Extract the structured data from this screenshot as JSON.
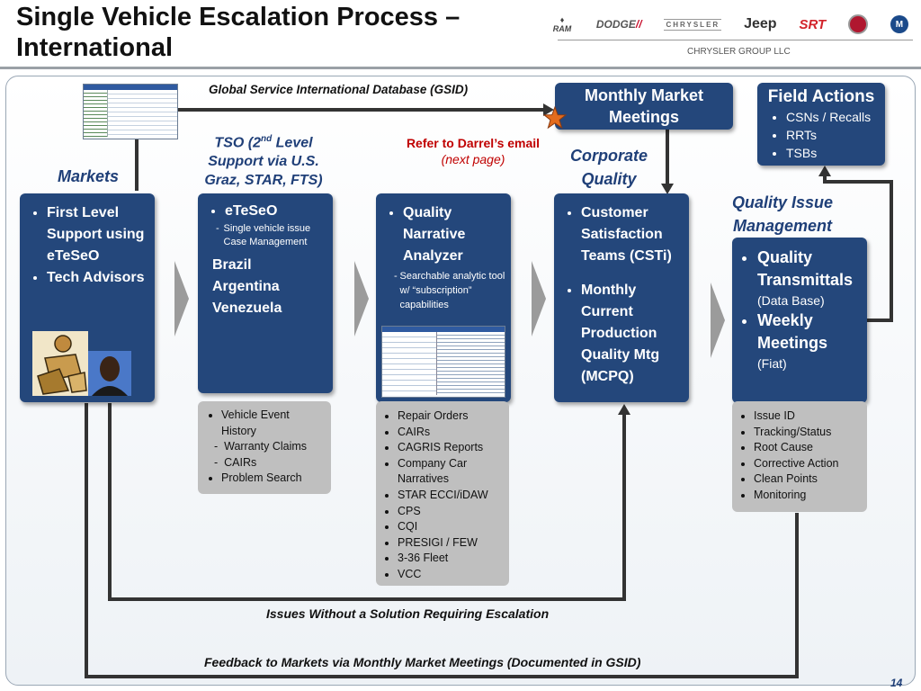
{
  "header": {
    "title_line1": "Single Vehicle Escalation Process –",
    "title_line2": "International",
    "company": "CHRYSLER GROUP LLC",
    "brands": [
      "RAM",
      "DODGE",
      "CHRYSLER",
      "Jeep",
      "SRT",
      "FIAT",
      "MOPAR"
    ]
  },
  "diagram": {
    "gsid_label": "Global Service International Database (GSID)",
    "markets_label": "Markets",
    "tso_label": {
      "pre": "TSO (2",
      "sup": "nd",
      "post": " Level Support via U.S. Graz, STAR, FTS)"
    },
    "refer": {
      "line1": "Refer to Darrel’s email",
      "line2": "(next page)"
    },
    "corporate_quality_label": "Corporate Quality",
    "quality_issue_label": "Quality Issue Management",
    "monthly_market_meetings": "Monthly Market Meetings",
    "field_actions": {
      "title": "Field Actions",
      "items": [
        "CSNs / Recalls",
        "RRTs",
        "TSBs"
      ]
    },
    "markets_box": {
      "items": [
        "First Level Support using eTeSeO",
        "Tech Advisors"
      ]
    },
    "tso_box": {
      "item": "eTeSeO",
      "sub": "Single vehicle issue Case Management",
      "countries": [
        "Brazil",
        "Argentina",
        "Venezuela"
      ]
    },
    "qna_box": {
      "item": "Quality Narrative Analyzer",
      "sub": "Searchable analytic tool w/ “subscription” capabilities"
    },
    "csat_box": {
      "items": [
        "Customer Satisfaction Teams (CSTi)",
        "Monthly Current Production Quality Mtg (MCPQ)"
      ]
    },
    "qt_box": {
      "item1": "Quality Transmittals",
      "item1_note": "(Data Base)",
      "item2": "Weekly Meetings",
      "item2_note": "(Fiat)"
    },
    "gray_tso": {
      "item1": "Vehicle Event History",
      "subs": [
        "Warranty Claims",
        "CAIRs"
      ],
      "item2": "Problem Search"
    },
    "gray_qna": {
      "items": [
        "Repair Orders",
        "CAIRs",
        "CAGRIS Reports",
        "Company Car Narratives",
        "STAR ECCI/iDAW",
        "CPS",
        "CQI",
        "PRESIGI / FEW",
        "3-36 Fleet",
        "VCC"
      ]
    },
    "gray_qim": {
      "items": [
        "Issue ID",
        "Tracking/Status",
        "Root Cause",
        "Corrective Action",
        "Clean Points",
        "Monitoring"
      ]
    },
    "bottom_label1": "Issues Without a Solution Requiring Escalation",
    "bottom_label2": "Feedback to Markets via Monthly Market Meetings (Documented in GSID)",
    "page_number": "14"
  },
  "colors": {
    "box_blue": "#24477b",
    "label_blue": "#1f3f78",
    "refer_red": "#c00000",
    "gray_box": "#bfbfbf",
    "star": "#e36c1e"
  }
}
